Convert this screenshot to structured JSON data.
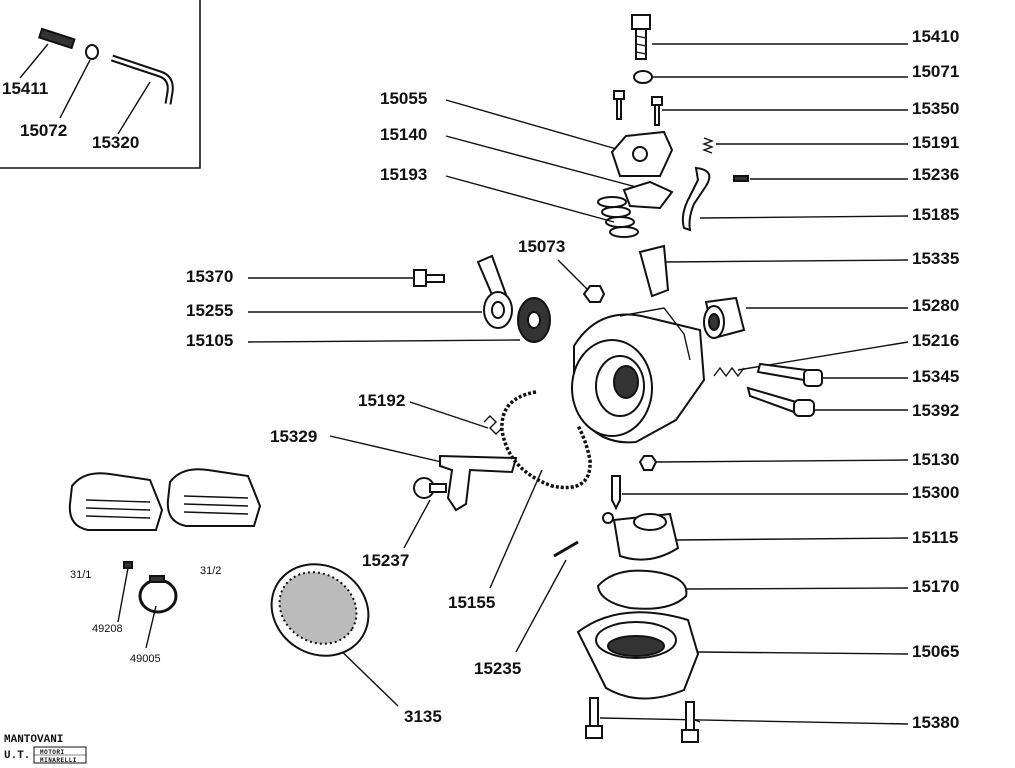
{
  "parts_box_labels": [
    {
      "id": "p15411",
      "text": "15411"
    },
    {
      "id": "p15072",
      "text": "15072"
    },
    {
      "id": "p15320",
      "text": "15320"
    }
  ],
  "callouts": [
    {
      "id": "c15410",
      "text": "15410"
    },
    {
      "id": "c15071",
      "text": "15071"
    },
    {
      "id": "c15350",
      "text": "15350"
    },
    {
      "id": "c15191",
      "text": "15191"
    },
    {
      "id": "c15236",
      "text": "15236"
    },
    {
      "id": "c15185",
      "text": "15185"
    },
    {
      "id": "c15335",
      "text": "15335"
    },
    {
      "id": "c15280",
      "text": "15280"
    },
    {
      "id": "c15216",
      "text": "15216"
    },
    {
      "id": "c15345",
      "text": "15345"
    },
    {
      "id": "c15392",
      "text": "15392"
    },
    {
      "id": "c15130",
      "text": "15130"
    },
    {
      "id": "c15300",
      "text": "15300"
    },
    {
      "id": "c15115",
      "text": "15115"
    },
    {
      "id": "c15170",
      "text": "15170"
    },
    {
      "id": "c15065",
      "text": "15065"
    },
    {
      "id": "c15380",
      "text": "15380"
    },
    {
      "id": "c15055",
      "text": "15055"
    },
    {
      "id": "c15140",
      "text": "15140"
    },
    {
      "id": "c15193",
      "text": "15193"
    },
    {
      "id": "c15073",
      "text": "15073"
    },
    {
      "id": "c15370",
      "text": "15370"
    },
    {
      "id": "c15255",
      "text": "15255"
    },
    {
      "id": "c15105",
      "text": "15105"
    },
    {
      "id": "c15192",
      "text": "15192"
    },
    {
      "id": "c15329",
      "text": "15329"
    },
    {
      "id": "c15237",
      "text": "15237"
    },
    {
      "id": "c15155",
      "text": "15155"
    },
    {
      "id": "c15235",
      "text": "15235"
    },
    {
      "id": "c3135",
      "text": "3135"
    }
  ],
  "small_labels": [
    {
      "id": "s31_1",
      "text": "31/1"
    },
    {
      "id": "s31_2",
      "text": "31/2"
    },
    {
      "id": "s49208",
      "text": "49208"
    },
    {
      "id": "s49005",
      "text": "49005"
    }
  ],
  "brand": {
    "line1": "MANTOVANI",
    "line2": "U.T.",
    "logo": "MOTORI MINARELLI"
  }
}
